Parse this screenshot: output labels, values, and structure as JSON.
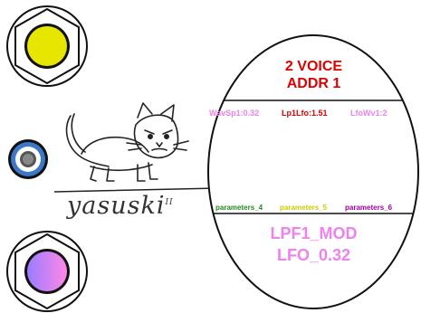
{
  "display": {
    "title_line1": "2 VOICE",
    "title_line2": "ADDR 1",
    "params_top": [
      {
        "label": "WavSp1:0.32",
        "color": "#ee82ee"
      },
      {
        "label": "Lp1Lfo:1.51",
        "color": "#dd0000"
      },
      {
        "label": "LfoWv1:2",
        "color": "#ee82ee"
      }
    ],
    "params_bottom": [
      {
        "label": "parameters_4",
        "color": "#228b22"
      },
      {
        "label": "parameters_5",
        "color": "#cccc00"
      },
      {
        "label": "parameters_6",
        "color": "#a000a0"
      }
    ],
    "mode_line1": "LPF1_MOD",
    "mode_line2": "LFO_0.32"
  },
  "logo": {
    "text": "yasuski",
    "superscript": "II"
  },
  "colors": {
    "title": "#e00000",
    "mode": "#ee82ee",
    "knob_top": "#e6e600",
    "jack": "#3c78c8",
    "knob_bottom_from": "#9a7cff",
    "knob_bottom_to": "#ff88e8"
  }
}
